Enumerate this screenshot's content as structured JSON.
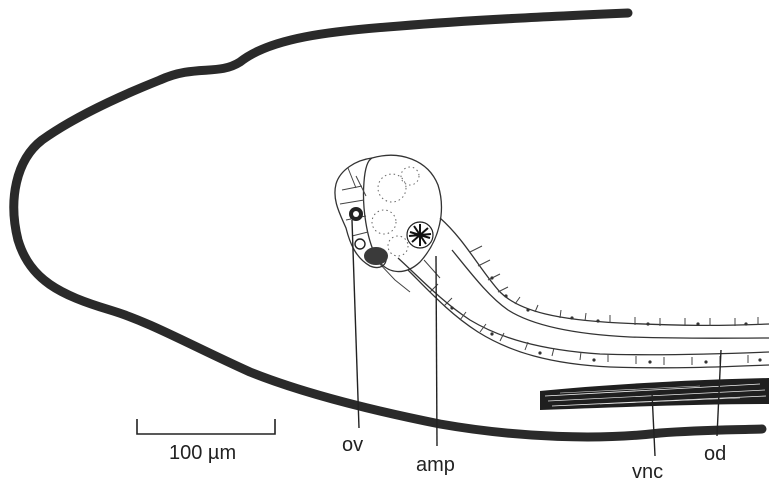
{
  "labels": {
    "ov": "ov",
    "amp": "amp",
    "vnc": "vnc",
    "od": "od"
  },
  "scale_bar": {
    "text": "100 µm"
  }
}
